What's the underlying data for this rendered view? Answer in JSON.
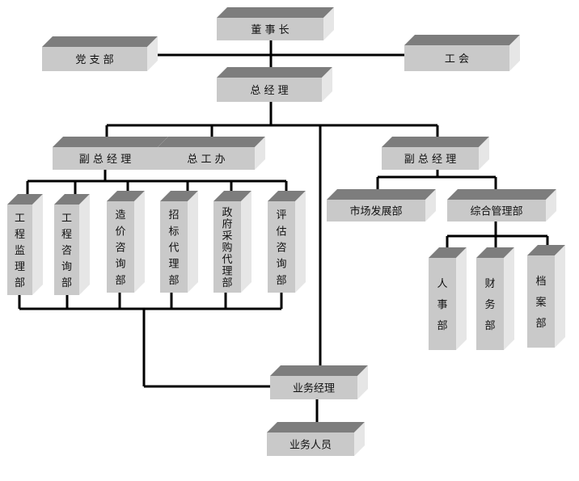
{
  "nodes": {
    "chairman": "董 事 长",
    "party_branch": "党 支 部",
    "union": "工 会",
    "general_manager": "总 经 理",
    "deputy_gm_left": "副 总 经 理",
    "gm_office": "总 工 办",
    "deputy_gm_right": "副 总 经 理",
    "eng_supervision": "工程监理部",
    "eng_consulting": "工程咨询部",
    "cost_consulting": "造价咨询部",
    "bidding_agency": "招标代理部",
    "gov_procurement": "政府采购代理部",
    "evaluation_consulting": "评估咨询部",
    "market_dev": "市场发展部",
    "general_mgmt": "综合管理部",
    "hr": "人事部",
    "finance": "财务部",
    "archives": "档案部",
    "business_manager": "业务经理",
    "business_staff": "业务人员"
  },
  "colors": {
    "box_front": "#c9c9c9",
    "box_top": "#7d7d7d",
    "box_side": "#e6e6e6",
    "connector": "#000000",
    "text": "#111111"
  }
}
